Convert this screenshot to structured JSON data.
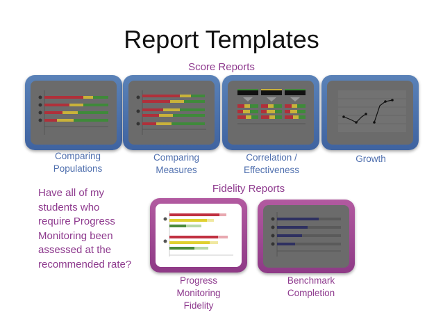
{
  "title": "Report Templates",
  "score_section": "Score Reports",
  "fidelity_section": "Fidelity Reports",
  "score_reports": [
    {
      "line1": "Comparing",
      "line2": "Populations"
    },
    {
      "line1": "Comparing",
      "line2": "Measures"
    },
    {
      "line1": "Correlation /",
      "line2": "Effectiveness"
    },
    {
      "line1": "Growth"
    }
  ],
  "fidelity_reports": [
    {
      "line1": "Progress",
      "line2": "Monitoring",
      "line3": "Fidelity"
    },
    {
      "line1": "Benchmark",
      "line2": "Completion"
    }
  ],
  "question": {
    "l1": "Have all of my",
    "l2": "students who",
    "l3": "require Progress",
    "l4": "Monitoring been",
    "l5": "assessed at the",
    "l6": "recommended rate?"
  },
  "colors": {
    "accent_purple": "#8e3a8e",
    "caption_blue": "#4f6fae",
    "frame_blue": "#4a6fab",
    "frame_purple": "#a04c93"
  }
}
